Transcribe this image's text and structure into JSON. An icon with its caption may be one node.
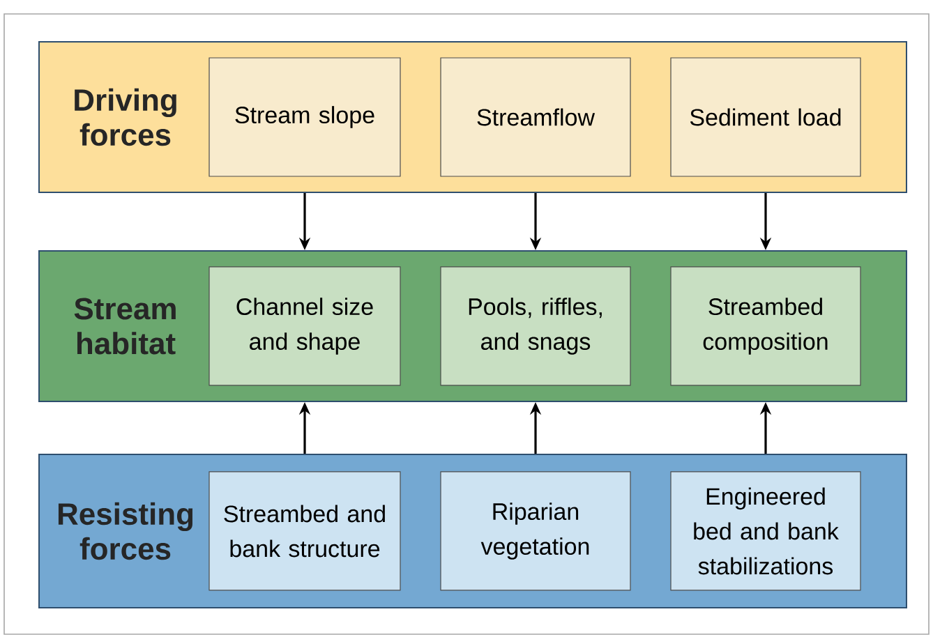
{
  "diagram": {
    "nodes": [
      {
        "text": [
          "Driving forces"
        ]
      },
      {
        "text": [
          "Stream slope"
        ],
        "in": 0
      },
      {
        "text": [
          "Streamflow"
        ],
        "in": 0
      },
      {
        "text": [
          "Sediment load"
        ],
        "in": 0
      },
      {
        "text": [
          "Stream habitat"
        ]
      },
      {
        "text": [
          "Channel size and shape"
        ],
        "in": 4
      },
      {
        "text": [
          "Pools, riffles, and snags"
        ],
        "in": 4
      },
      {
        "text": [
          "Streambed composition"
        ],
        "in": 4
      },
      {
        "text": [
          "Resisting forces"
        ]
      },
      {
        "text": [
          "Streambed and bank structure"
        ],
        "in": 8
      },
      {
        "text": [
          "Riparian vegetation"
        ],
        "in": 8
      },
      {
        "text": [
          "Engineered bed and bank stabilizations"
        ],
        "in": 8
      }
    ],
    "edges": [
      {
        "from": 1,
        "to": 5,
        "arrow": "to"
      },
      {
        "from": 2,
        "to": 6,
        "arrow": "to"
      },
      {
        "from": 3,
        "to": 7,
        "arrow": "to"
      },
      {
        "from": 9,
        "to": 5,
        "arrow": "to"
      },
      {
        "from": 10,
        "to": 6,
        "arrow": "to"
      },
      {
        "from": 11,
        "to": 7,
        "arrow": "to"
      }
    ]
  }
}
